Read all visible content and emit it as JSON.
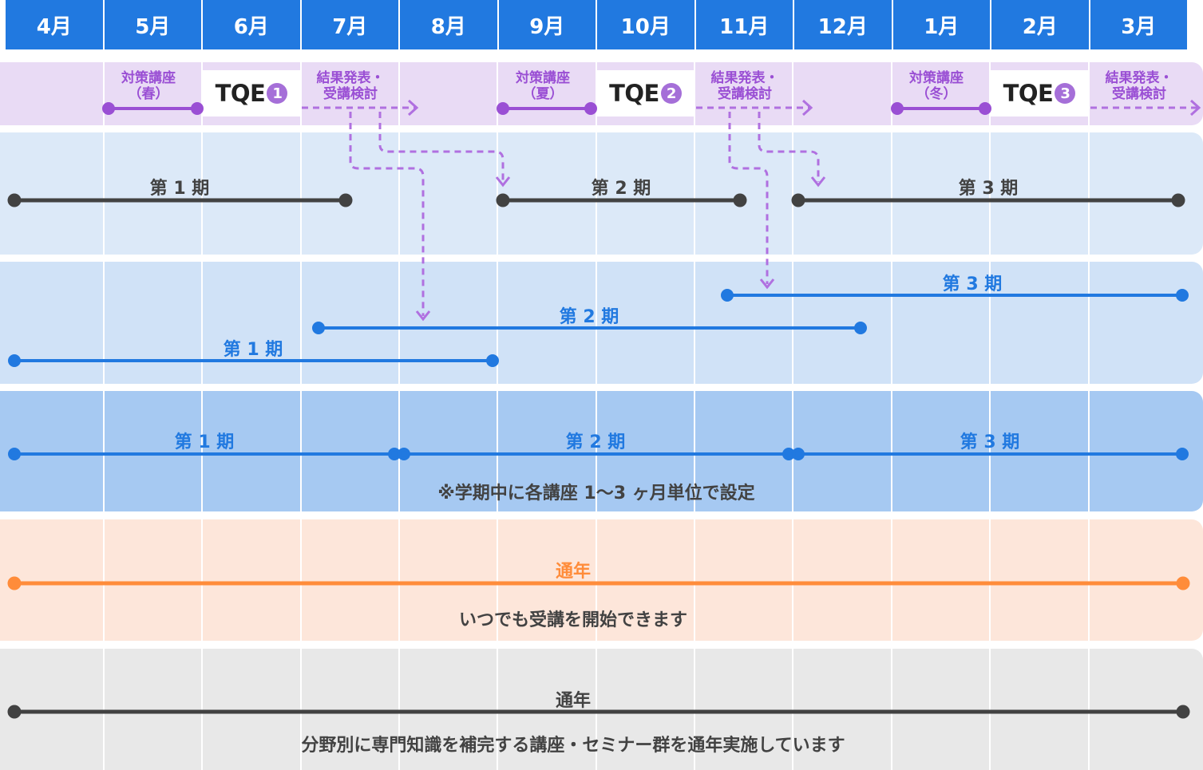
{
  "header": {
    "months": [
      "4月",
      "5月",
      "6月",
      "7月",
      "8月",
      "9月",
      "10月",
      "11月",
      "12月",
      "1月",
      "2月",
      "3月"
    ]
  },
  "tqe_row": {
    "prep_courses": [
      {
        "line1": "対策講座",
        "line2": "（春）"
      },
      {
        "line1": "対策講座",
        "line2": "（夏）"
      },
      {
        "line1": "対策講座",
        "line2": "（冬）"
      }
    ],
    "exams": [
      {
        "label": "TQE",
        "number": "1"
      },
      {
        "label": "TQE",
        "number": "2"
      },
      {
        "label": "TQE",
        "number": "3"
      }
    ],
    "results": [
      {
        "line1": "結果発表・",
        "line2": "受講検討"
      },
      {
        "line1": "結果発表・",
        "line2": "受講検討"
      },
      {
        "line1": "結果発表・",
        "line2": "受講検討"
      }
    ]
  },
  "row1": {
    "periods": [
      {
        "label": "第 1 期",
        "start_month": "4月",
        "end_month": "7月"
      },
      {
        "label": "第 2 期",
        "start_month": "9月",
        "end_month": "11月"
      },
      {
        "label": "第 3 期",
        "start_month": "12月",
        "end_month": "3月"
      }
    ]
  },
  "row2": {
    "periods": [
      {
        "label": "第 1 期",
        "start_month": "4月",
        "end_month": "8月"
      },
      {
        "label": "第 2 期",
        "start_month": "7月",
        "end_month": "12月"
      },
      {
        "label": "第 3 期",
        "start_month": "11月",
        "end_month": "3月"
      }
    ]
  },
  "row3": {
    "periods": [
      {
        "label": "第 1 期",
        "start_month": "4月",
        "end_month": "7月"
      },
      {
        "label": "第 2 期",
        "start_month": "8月",
        "end_month": "11月"
      },
      {
        "label": "第 3 期",
        "start_month": "12月",
        "end_month": "3月"
      }
    ],
    "note": "※学期中に各講座 1〜3 ヶ月単位で設定"
  },
  "row4": {
    "label": "通年",
    "note": "いつでも受講を開始できます"
  },
  "row5": {
    "label": "通年",
    "note": "分野別に専門知識を補完する講座・セミナー群を通年実施しています"
  },
  "colors": {
    "header_blue": "#2179e0",
    "tqe_band": "#e9dbf5",
    "purple": "#9a4fd4",
    "row1_bg": "#dce9f8",
    "row2_bg": "#d0e2f7",
    "row3_bg": "#a6c9f2",
    "row4_bg": "#fde6da",
    "row5_bg": "#e8e8e8",
    "dark_line": "#424242",
    "blue_line": "#2179e0",
    "orange_line": "#ff8c3a"
  }
}
